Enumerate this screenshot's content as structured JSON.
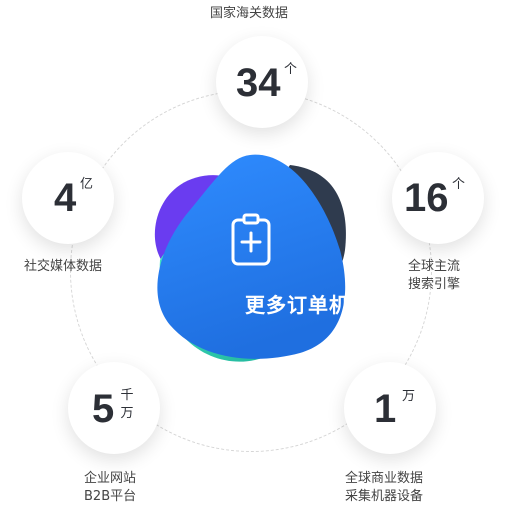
{
  "top": {
    "caption": "国家海关数据",
    "value": "34",
    "unit": "个"
  },
  "left": {
    "value": "4",
    "unit": "亿",
    "caption": "社交媒体数据"
  },
  "right": {
    "value": "16",
    "unit": "个",
    "caption_line1": "全球主流",
    "caption_line2": "搜索引擎"
  },
  "bottom_left": {
    "value": "5",
    "unit_line1": "千",
    "unit_line2": "万",
    "caption_line1": "企业网站",
    "caption_line2": "B2B平台"
  },
  "bottom_right": {
    "value": "1",
    "unit": "万",
    "caption_line1": "全球商业数据",
    "caption_line2": "采集机器设备"
  },
  "center": {
    "title": "更多订单机会",
    "icon": "clipboard-plus-icon"
  },
  "colors": {
    "blue": "#2b86f5",
    "teal": "#35d9b5",
    "purple": "#6a3cf0",
    "dark": "#2f3b4e"
  }
}
